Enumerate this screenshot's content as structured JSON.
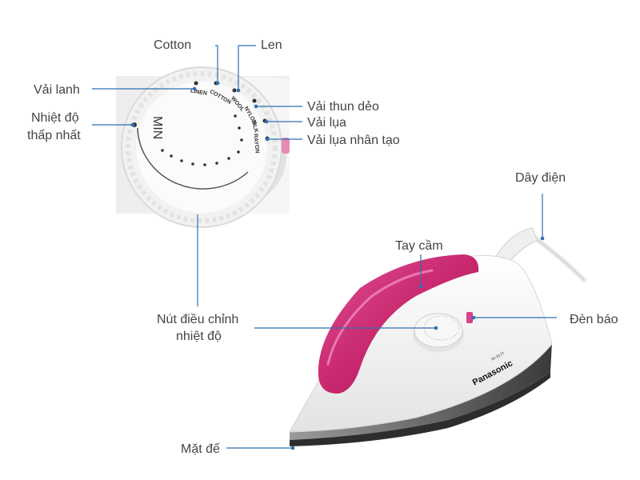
{
  "labels": {
    "cotton": "Cotton",
    "len": "Len",
    "vai_lanh": "Vải lanh",
    "nhiet_do_1": "Nhiệt độ",
    "nhiet_do_2": "thấp nhất",
    "vai_thun": "Vải thun dẻo",
    "vai_lua": "Vải lụa",
    "vai_lua_nhan_tao": "Vải lụa nhân tạo",
    "day_dien": "Dây điện",
    "tay_cam": "Tay cầm",
    "den_bao": "Đèn báo",
    "nut_1": "Nút điều chỉnh",
    "nut_2": "nhiệt độ",
    "mat_de": "Mặt đế"
  },
  "dial": {
    "min": "MIN",
    "linen": "LINEN",
    "cotton": "COTTON",
    "wool": "WOOL",
    "nylon": "NYLON",
    "silk": "SILK",
    "rayon": "RAYON"
  },
  "brand": "Panasonic",
  "model": "NI-317T",
  "colors": {
    "accent": "#c8286e",
    "leader": "#2f6fb0",
    "text": "#444444"
  }
}
